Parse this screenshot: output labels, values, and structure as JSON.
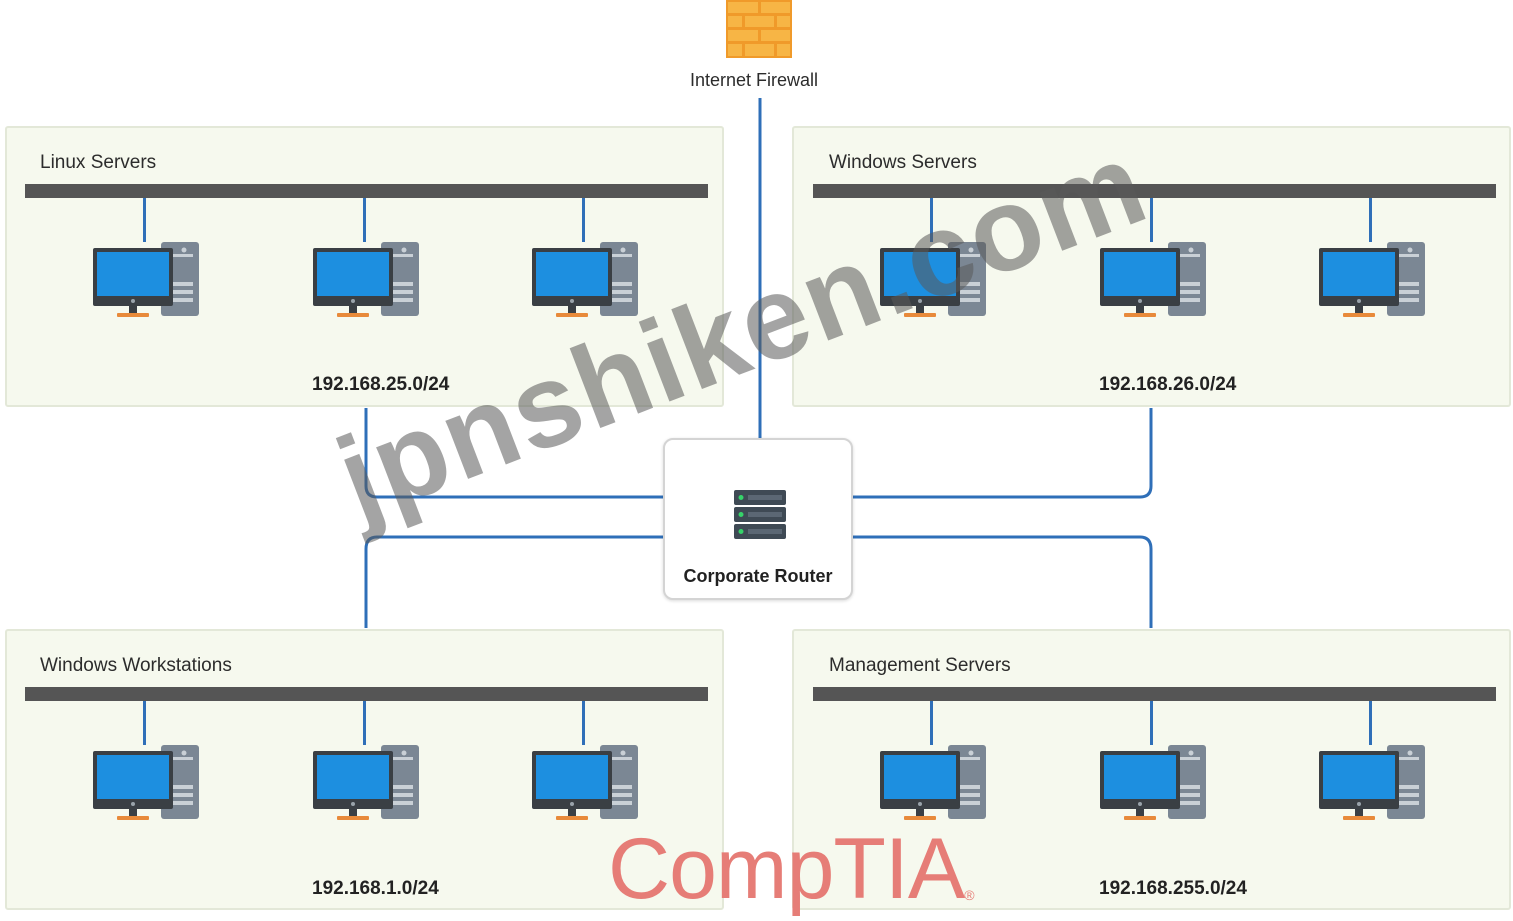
{
  "firewall": {
    "label": "Internet Firewall",
    "icon": "firewall-icon",
    "color": "#f4a93a"
  },
  "router": {
    "label": "Corporate Router",
    "icon": "router-icon"
  },
  "zones": [
    {
      "id": "linux",
      "title": "Linux Servers",
      "subnet": "192.168.25.0/24"
    },
    {
      "id": "winsrv",
      "title": "Windows Servers",
      "subnet": "192.168.26.0/24"
    },
    {
      "id": "winws",
      "title": "Windows Workstations",
      "subnet": "192.168.1.0/24"
    },
    {
      "id": "mgmt",
      "title": "Management Servers",
      "subnet": "192.168.255.0/24"
    }
  ],
  "overlays": {
    "watermark": "jpnshiken.com",
    "logo": "CompTIA",
    "logo_mark": "®"
  },
  "colors": {
    "link": "#2f6fb8",
    "bus": "#555555",
    "zone_bg": "#f6f9ee",
    "monitor": "#1d8fe0"
  }
}
